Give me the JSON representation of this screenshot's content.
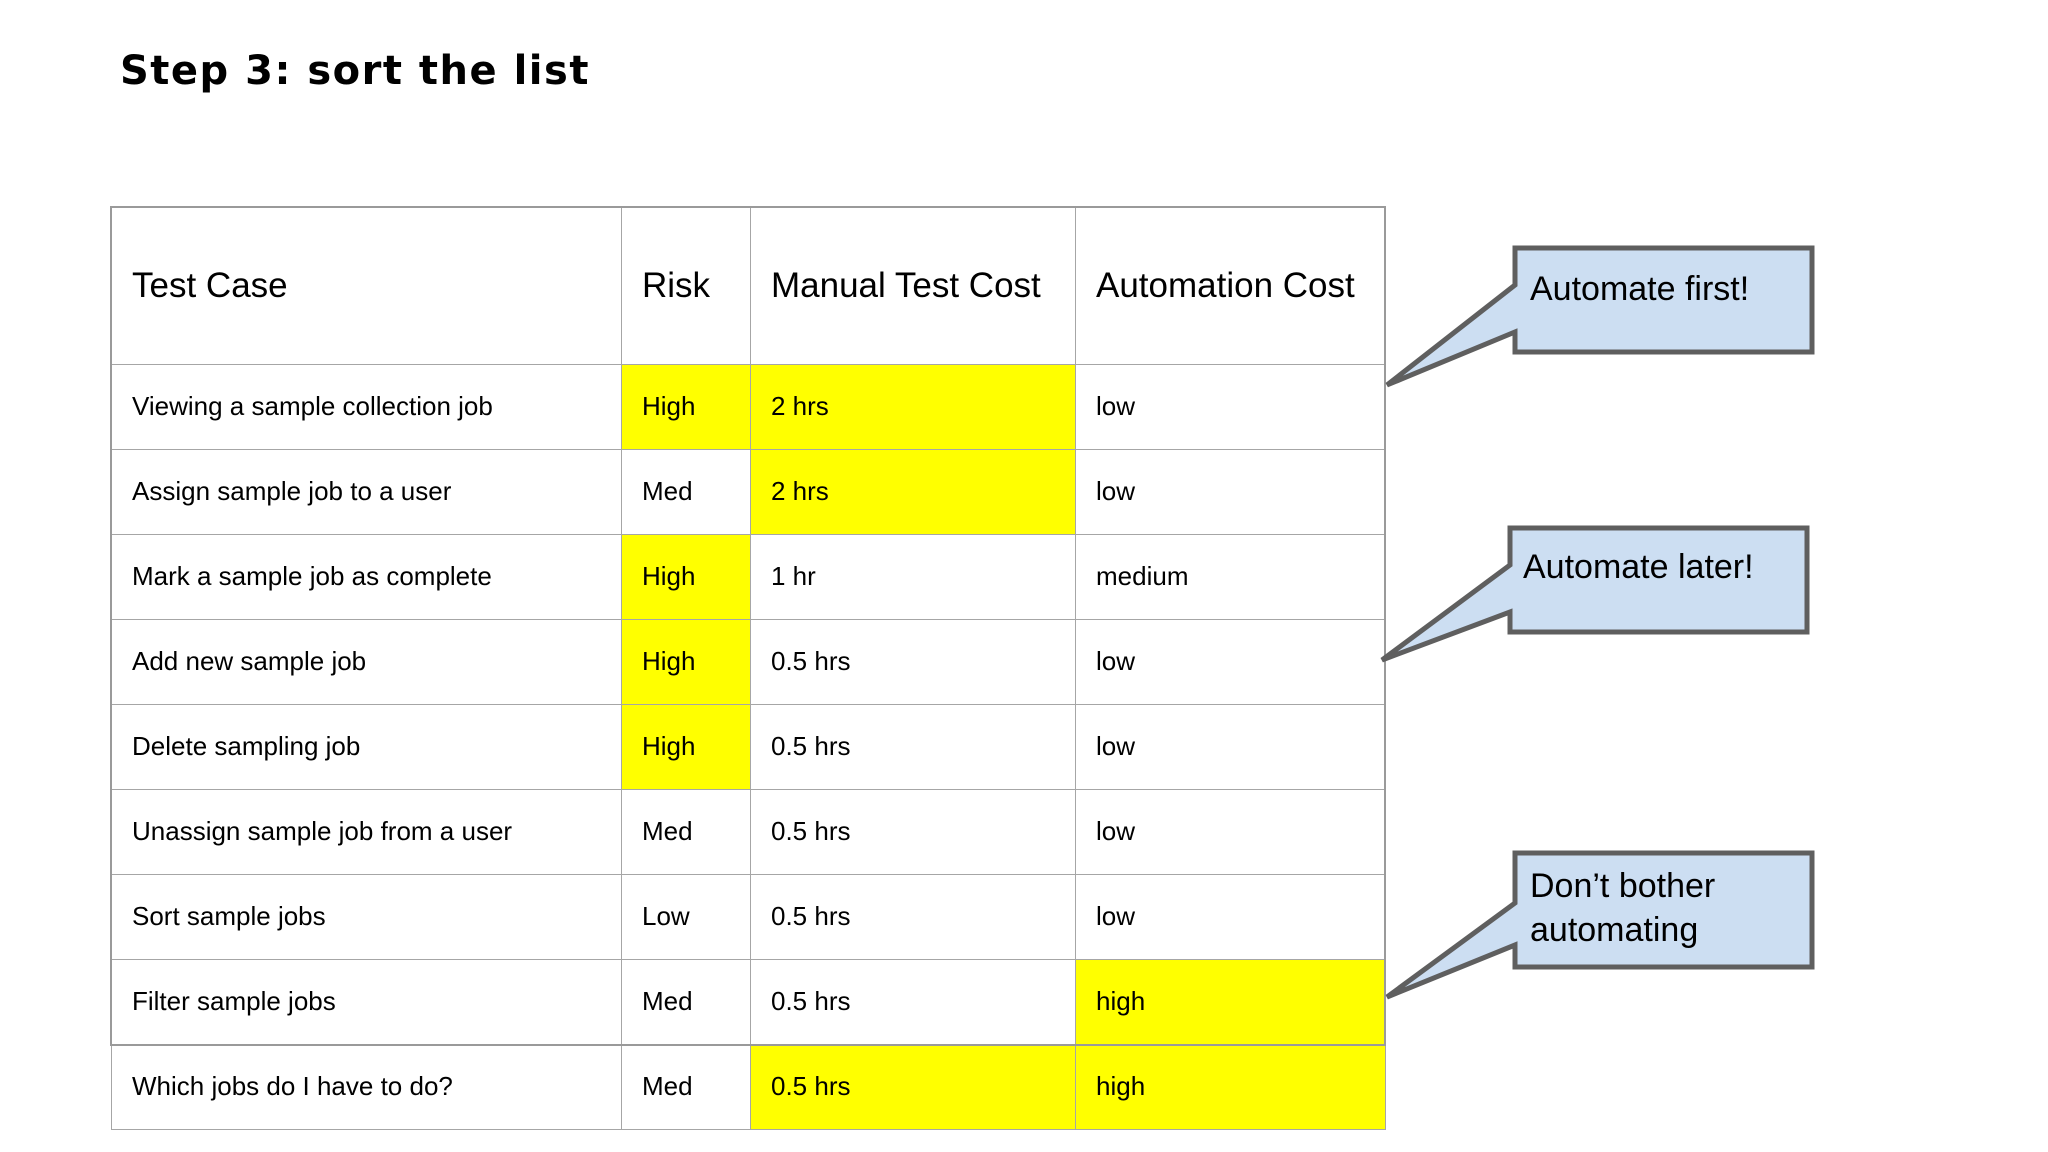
{
  "slide": {
    "title": "Step 3: sort the list"
  },
  "table": {
    "name": "test-case-cost-table",
    "columns": [
      "Test Case",
      "Risk",
      "Manual Test Cost",
      "Automation Cost"
    ],
    "rows": [
      {
        "test_case": "Viewing a sample collection job",
        "risk": "High",
        "manual_cost": "2 hrs",
        "automation_cost": "low",
        "highlight": {
          "test_case": false,
          "risk": true,
          "manual_cost": true,
          "automation_cost": false
        }
      },
      {
        "test_case": "Assign sample job to a user",
        "risk": "Med",
        "manual_cost": "2 hrs",
        "automation_cost": "low",
        "highlight": {
          "test_case": false,
          "risk": false,
          "manual_cost": true,
          "automation_cost": false
        }
      },
      {
        "test_case": "Mark a sample job as complete",
        "risk": "High",
        "manual_cost": "1 hr",
        "automation_cost": "medium",
        "highlight": {
          "test_case": false,
          "risk": true,
          "manual_cost": false,
          "automation_cost": false
        }
      },
      {
        "test_case": "Add new sample job",
        "risk": "High",
        "manual_cost": "0.5 hrs",
        "automation_cost": "low",
        "highlight": {
          "test_case": false,
          "risk": true,
          "manual_cost": false,
          "automation_cost": false
        }
      },
      {
        "test_case": "Delete sampling job",
        "risk": "High",
        "manual_cost": "0.5 hrs",
        "automation_cost": "low",
        "highlight": {
          "test_case": false,
          "risk": true,
          "manual_cost": false,
          "automation_cost": false
        }
      },
      {
        "test_case": "Unassign sample job from a user",
        "risk": "Med",
        "manual_cost": "0.5 hrs",
        "automation_cost": "low",
        "highlight": {
          "test_case": false,
          "risk": false,
          "manual_cost": false,
          "automation_cost": false
        }
      },
      {
        "test_case": "Sort sample jobs",
        "risk": "Low",
        "manual_cost": "0.5 hrs",
        "automation_cost": "low",
        "highlight": {
          "test_case": false,
          "risk": false,
          "manual_cost": false,
          "automation_cost": false
        }
      },
      {
        "test_case": "Filter sample jobs",
        "risk": "Med",
        "manual_cost": "0.5 hrs",
        "automation_cost": "high",
        "highlight": {
          "test_case": false,
          "risk": false,
          "manual_cost": false,
          "automation_cost": true
        }
      },
      {
        "test_case": "Which jobs do I have to do?",
        "risk": "Med",
        "manual_cost": "0.5 hrs",
        "automation_cost": "high",
        "highlight": {
          "test_case": false,
          "risk": false,
          "manual_cost": true,
          "automation_cost": true
        }
      }
    ]
  },
  "callouts": [
    {
      "id": "automate-first",
      "text": "Automate first!"
    },
    {
      "id": "automate-later",
      "text": "Automate later!"
    },
    {
      "id": "dont-bother",
      "text": "Don’t bother\nautomating"
    }
  ],
  "colors": {
    "highlight_yellow": "#ffff00",
    "callout_fill": "#ccdef2",
    "callout_border": "#5f5f5f",
    "table_grid": "#a6a6a6",
    "text": "#000000",
    "background": "#ffffff"
  }
}
